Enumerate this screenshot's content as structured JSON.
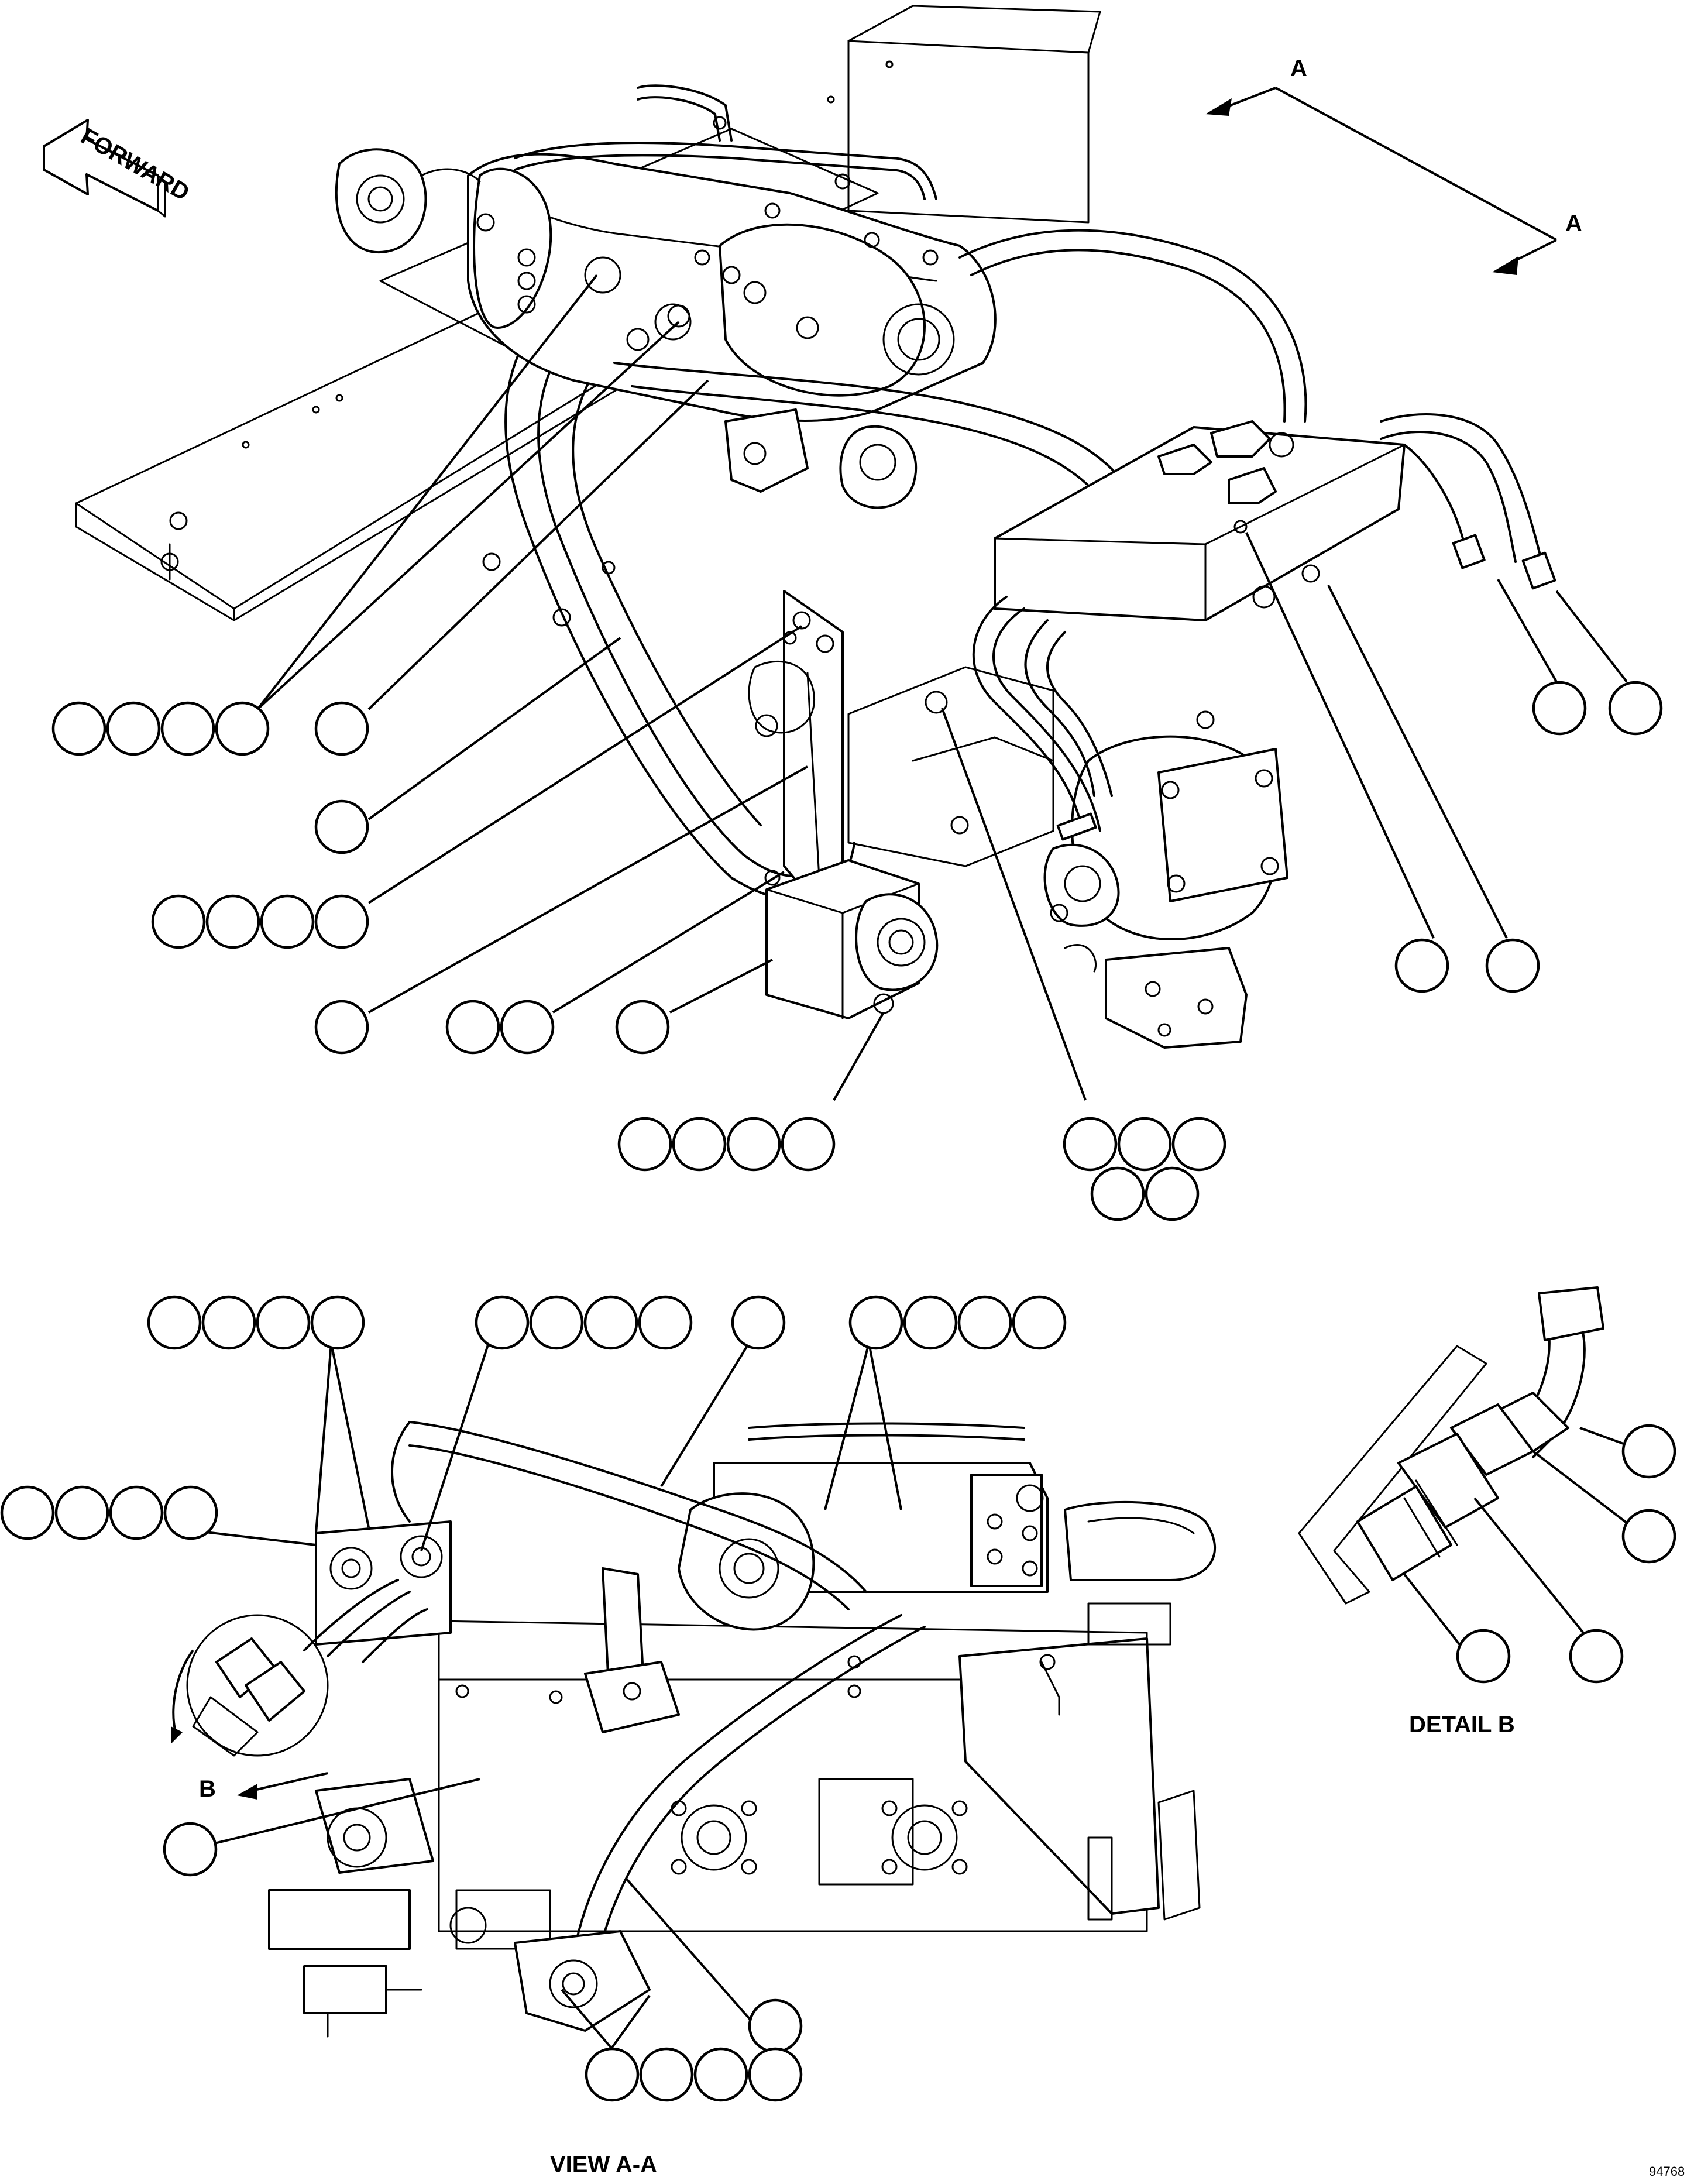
{
  "drawing": {
    "forward_label": "FORWARD",
    "section_mark_a_1": "A",
    "section_mark_a_2": "A",
    "section_mark_b": "B",
    "view_title": "VIEW A-A",
    "detail_title": "DETAIL B",
    "figure_number": "94768"
  },
  "icons": {
    "forward_arrow": "forward-arrow-icon",
    "section_arrow": "section-arrow-icon"
  },
  "colors": {
    "ink": "#000000",
    "paper": "#ffffff"
  }
}
